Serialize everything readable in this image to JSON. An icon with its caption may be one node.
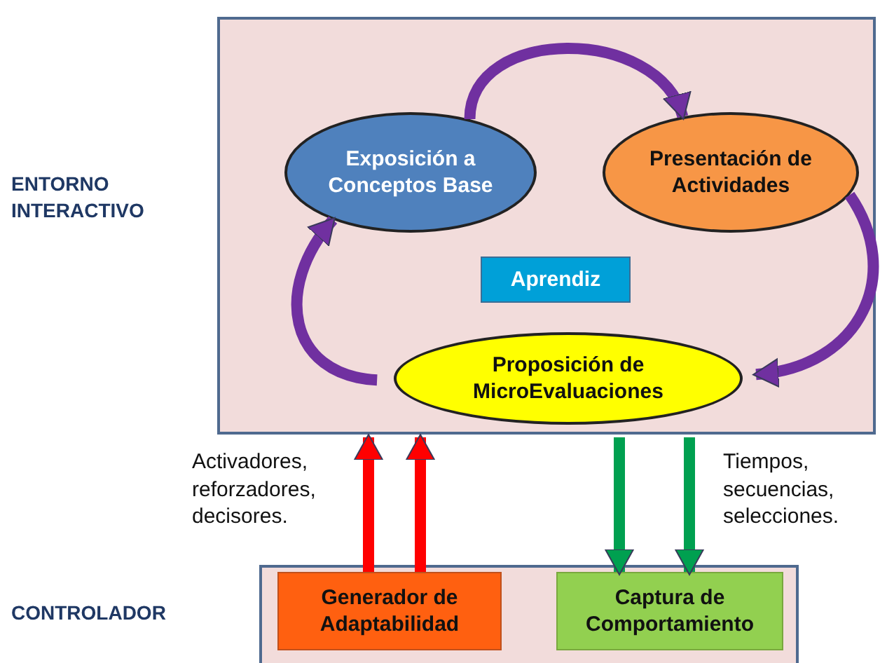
{
  "diagram": {
    "nodes": [
      {
        "text": [],
        "shape": "box"
      },
      {
        "text": [
          "Exposición a Conceptos Base"
        ],
        "in": 0
      },
      {
        "text": [
          "Presentación de Actividades"
        ],
        "in": 0
      },
      {
        "text": [
          "Aprendiz"
        ],
        "in": 0
      },
      {
        "text": [
          "Proposición de MicroEvaluaciones"
        ],
        "in": 0
      },
      {
        "text": [],
        "shape": "box"
      },
      {
        "text": [
          "Generador de Adaptabilidad"
        ],
        "in": 5
      },
      {
        "text": [
          "Captura de Comportamiento"
        ],
        "in": 5
      }
    ],
    "edges": [
      {
        "from": 1,
        "to": 2,
        "arrow": "to"
      },
      {
        "from": 2,
        "to": 4,
        "arrow": "to"
      },
      {
        "from": 4,
        "to": 1,
        "arrow": "to"
      },
      {
        "from": 6,
        "to": 0,
        "arrow": "to",
        "color": "#ff0000"
      },
      {
        "from": 6,
        "to": 0,
        "arrow": "to",
        "color": "#ff0000"
      },
      {
        "from": 0,
        "to": 7,
        "arrow": "to",
        "color": "#00a050"
      },
      {
        "from": 0,
        "to": 7,
        "arrow": "to",
        "color": "#00a050"
      }
    ],
    "labels": [
      "ENTORNO INTERACTIVO",
      "Activadores, reforzadores, decisores.",
      "Tiempos, secuencias, selecciones.",
      "CONTROLADOR"
    ]
  }
}
